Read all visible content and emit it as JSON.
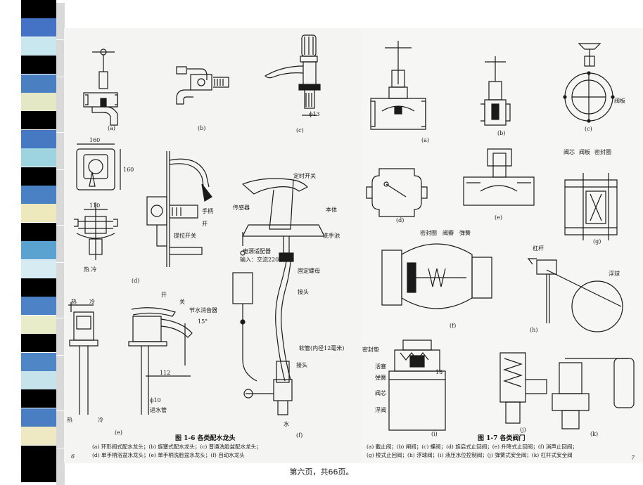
{
  "slide": {
    "footer": "第六页，共66页。",
    "strip_colors": [
      "#000000",
      "#4472c4",
      "#c9e7ef",
      "#000000",
      "#4a7fc1",
      "#e4e8c4",
      "#000000",
      "#4778c2",
      "#9ed3e0",
      "#000000",
      "#4a80c4",
      "#ede9bd",
      "#000000",
      "#5aa3d0",
      "#d6ecf2",
      "#000000",
      "#4d83c6",
      "#e8ecc9",
      "#000000",
      "#4e86c6",
      "#c6e3ec",
      "#000000",
      "#4a7ec2",
      "#efe9c3",
      "#000000",
      "#000000"
    ]
  },
  "left_page": {
    "page_number": "6",
    "labels": {
      "a": "(a)",
      "b": "(b)",
      "c": "(c)",
      "d": "(d)",
      "e": "(e)",
      "f": "(f)",
      "dim_160_top": "160",
      "dim_160_side": "160",
      "dim_110": "110",
      "hot_cold_d": "热  冷",
      "handle": "手柄",
      "open": "开",
      "pull_switch": "提拉开关",
      "hot_e": "热",
      "cold_e": "冷",
      "open_e": "开",
      "close_e": "关",
      "aerator": "节水消音器",
      "angle": "15°",
      "dim_112": "112",
      "phi10": "ϕ10",
      "inlet_pipe": "进水管",
      "hot_e2": "热",
      "cold_e2": "冷",
      "phi13": "ϕ13",
      "timer_switch": "定时开关",
      "sensor": "传感器",
      "body": "本体",
      "basin": "洗手池",
      "power_adapter": "电源适配器",
      "input_ac": "输入：交流220伏",
      "fix_nut": "固定螺母",
      "joint": "接头",
      "hose": "软管(内径12毫米)",
      "joint2": "接头",
      "water": "水"
    },
    "figure_title": "图 1-6    各类配水龙头",
    "caption_lines": [
      "(a) 环形阀式配水龙头；(b) 旋塞式配水龙头；(c) 普通洗脸盆配水龙头；",
      "(d) 单手柄浴盆水龙头；(e) 单手柄洗脸盆水龙头；(f) 自动水龙头"
    ]
  },
  "right_page": {
    "page_number": "7",
    "labels": {
      "a": "(a)",
      "b": "(b)",
      "c": "(c)",
      "d": "(d)",
      "e": "(e)",
      "g": "(g)",
      "f": "(f)",
      "h": "(h)",
      "i": "(i)",
      "j": "(j)",
      "k": "(k)",
      "valve_plate_c": "阀板",
      "valve_core": "阀芯",
      "valve_plate": "阀板",
      "seal_ring": "密封圈",
      "seal_ring2": "密封圈",
      "valve_flap": "阀瓣",
      "spring": "弹簧",
      "lever": "杠杆",
      "float_ball": "浮球",
      "seal_gasket": "密封垫",
      "piston": "活塞",
      "spring2": "弹簧",
      "valve_core2": "阀芯",
      "float_valve": "浮阀",
      "num18": "18"
    },
    "figure_title": "图 1-7    各类阀门",
    "caption_lines": [
      "(a) 截止阀；(b) 闸阀；(c) 蝶阀；(d) 旋启式止回阀；(e) 升降式止回阀；(f) 消声止回阀；",
      "(g) 梭式止回阀；(h) 浮球阀；(i) 液压水位控制阀；(j) 弹簧式安全阀；(k) 杠杆式安全阀"
    ]
  }
}
